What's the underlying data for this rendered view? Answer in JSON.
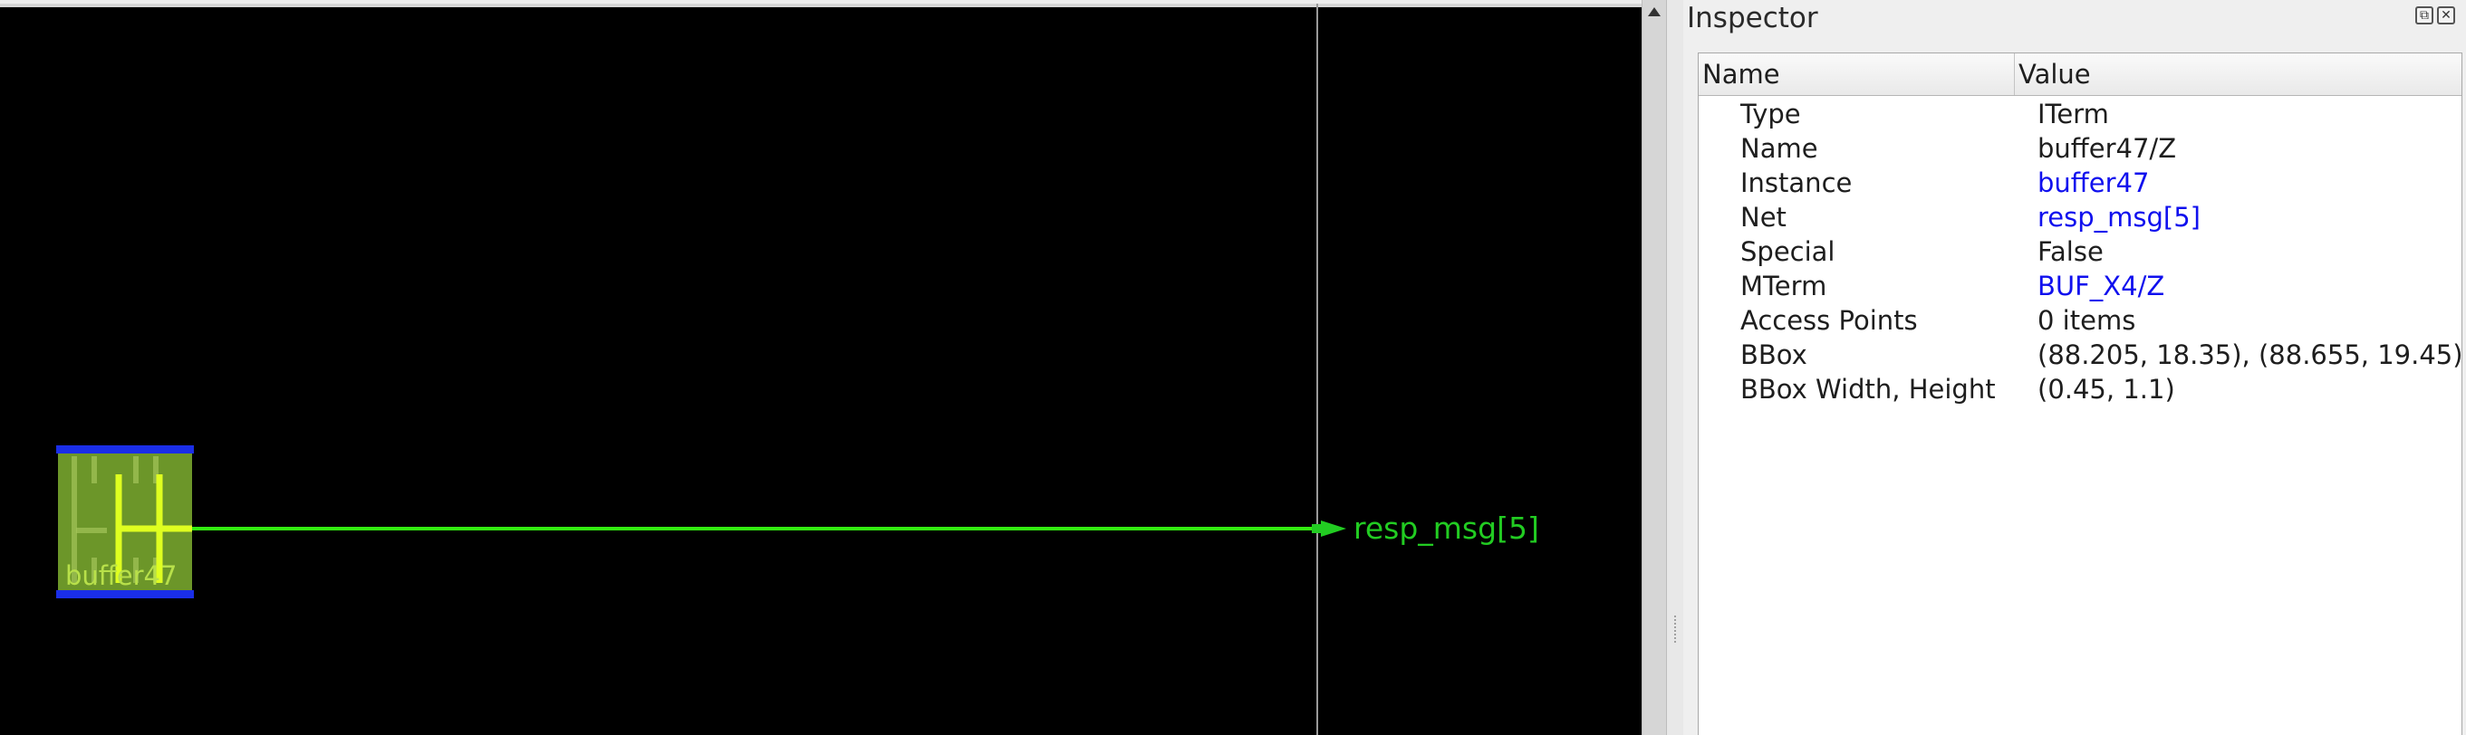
{
  "canvas": {
    "cell_name": "buffer47",
    "net_label": "resp_msg[5]",
    "colors": {
      "background": "#000000",
      "cell_fill": "#7fb030",
      "cell_highlight": "#dfff20",
      "cell_rails": "#1a2ee8",
      "net": "#22cc22"
    }
  },
  "inspector": {
    "title": "Inspector",
    "float_icon": "float-icon",
    "close_icon": "close-icon",
    "columns": {
      "name": "Name",
      "value": "Value"
    },
    "rows": [
      {
        "name": "Type",
        "value": "ITerm",
        "link": false
      },
      {
        "name": "Name",
        "value": "buffer47/Z",
        "link": false
      },
      {
        "name": "Instance",
        "value": "buffer47",
        "link": true
      },
      {
        "name": "Net",
        "value": "resp_msg[5]",
        "link": true
      },
      {
        "name": "Special",
        "value": "False",
        "link": false
      },
      {
        "name": "MTerm",
        "value": "BUF_X4/Z",
        "link": true
      },
      {
        "name": "Access Points",
        "value": "0 items",
        "link": false
      },
      {
        "name": "BBox",
        "value": "(88.205, 18.35), (88.655, 19.45)",
        "link": false
      },
      {
        "name": "BBox Width, Height",
        "value": "(0.45, 1.1)",
        "link": false
      }
    ]
  }
}
